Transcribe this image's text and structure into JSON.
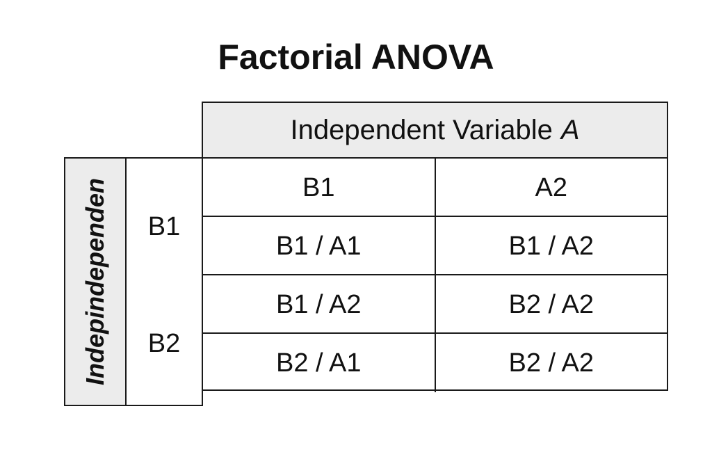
{
  "title": "Factorial ANOVA",
  "header": {
    "label": "Independent Variable",
    "variable": "A"
  },
  "side": {
    "label": "Indepindependen"
  },
  "levels": [
    "B1",
    "B2"
  ],
  "rows": [
    [
      "B1",
      "A2"
    ],
    [
      "B1 / A1",
      "B1 / A2"
    ],
    [
      "B1 / A2",
      "B2 / A2"
    ],
    [
      "B2 / A1",
      "B2 / A2"
    ]
  ]
}
